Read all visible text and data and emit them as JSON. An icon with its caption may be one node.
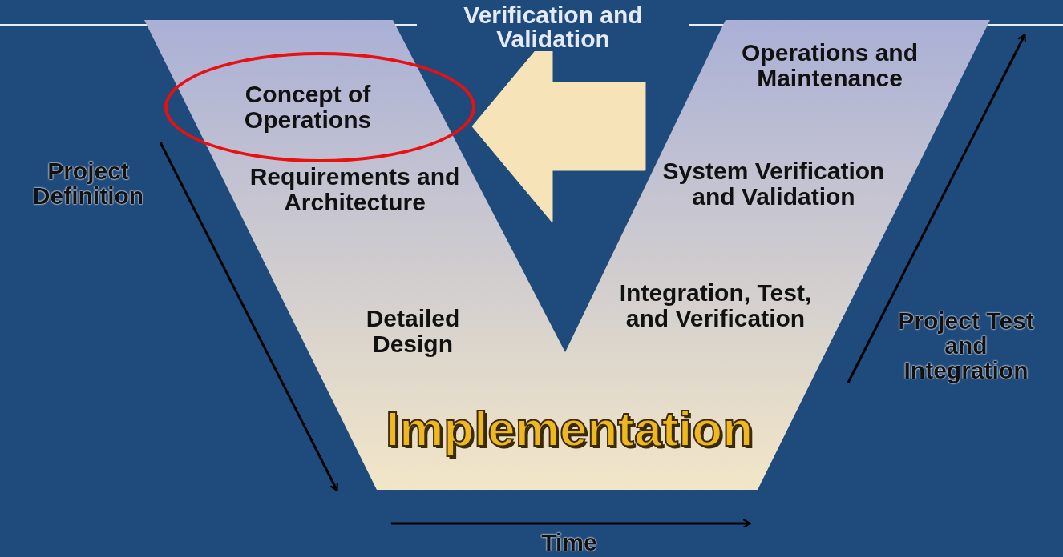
{
  "diagram": {
    "nodes": [
      {
        "text": [
          "Implementation"
        ]
      },
      {
        "text": [
          "Concept of Operations"
        ],
        "in": 0
      },
      {
        "text": [
          "Requirements and Architecture"
        ],
        "in": 0
      },
      {
        "text": [
          "Detailed Design"
        ],
        "in": 0
      },
      {
        "text": [
          "Integration, Test, and Verification"
        ],
        "in": 0
      },
      {
        "text": [
          "System Verification and Validation"
        ],
        "in": 0
      },
      {
        "text": [
          "Operations and Maintenance"
        ],
        "in": 0
      }
    ],
    "edges": [
      {
        "from": 5,
        "to": 1,
        "arrow": "to",
        "label": "Verification and Validation",
        "style": "thick",
        "color": "#f6e4b8"
      }
    ],
    "labels": [
      "Project Definition",
      "Project Test and Integration",
      "Time"
    ]
  }
}
